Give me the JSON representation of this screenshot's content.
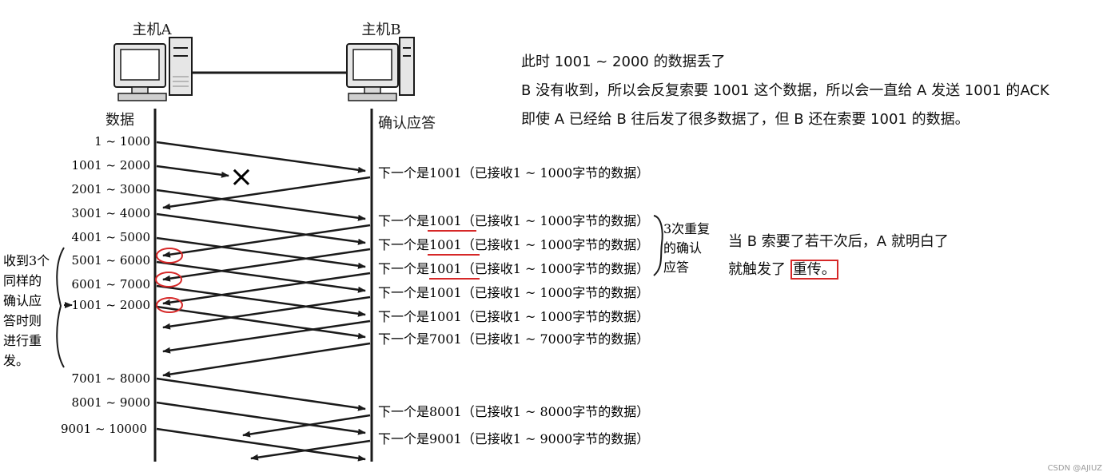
{
  "host_a": {
    "label": "主机A"
  },
  "host_b": {
    "label": "主机B"
  },
  "left_header": "数据",
  "right_header": "确认应答",
  "data_segments": [
    "1 ~ 1000",
    "1001 ~ 2000",
    "2001 ~ 3000",
    "3001 ~ 4000",
    "4001 ~ 5000",
    "5001 ~ 6000",
    "6001 ~ 7000",
    "1001 ~ 2000",
    "7001 ~ 8000",
    "8001 ~ 9000",
    "9001 ~ 10000"
  ],
  "acks": [
    "下一个是1001（已接收1 ~ 1000字节的数据）",
    "下一个是1001（已接收1 ~ 1000字节的数据）",
    "下一个是1001（已接收1 ~ 1000字节的数据）",
    "下一个是1001（已接收1 ~ 1000字节的数据）",
    "下一个是1001（已接收1 ~ 1000字节的数据）",
    "下一个是1001（已接收1 ~ 1000字节的数据）",
    "下一个是7001（已接收1 ~ 7000字节的数据）",
    "下一个是8001（已接收1 ~ 8000字节的数据）",
    "下一个是9001（已接收1 ~ 9000字节的数据）"
  ],
  "lost_marker": "×",
  "dup_ack_note": [
    "3次重复",
    "的确认",
    "应答"
  ],
  "retransmit_note": [
    "收到3个",
    "同样的",
    "确认应",
    "答时则",
    "进行重",
    "发。"
  ],
  "notes": {
    "line1": "此时 1001 ~ 2000 的数据丢了",
    "line2": "B 没有收到，所以会反复索要 1001 这个数据，所以会一直给 A 发送 1001 的ACK",
    "line3": "即使 A 已经给 B 往后发了很多数据了，但 B 还在索要 1001 的数据。",
    "line4": "当 B 索要了若干次后，A 就明白了",
    "line5_prefix": "就触发了",
    "line5_boxed": "重传。"
  },
  "watermark": "CSDN @AJIUZ",
  "colors": {
    "line": "#1a1a1a",
    "highlight": "#d62828"
  }
}
